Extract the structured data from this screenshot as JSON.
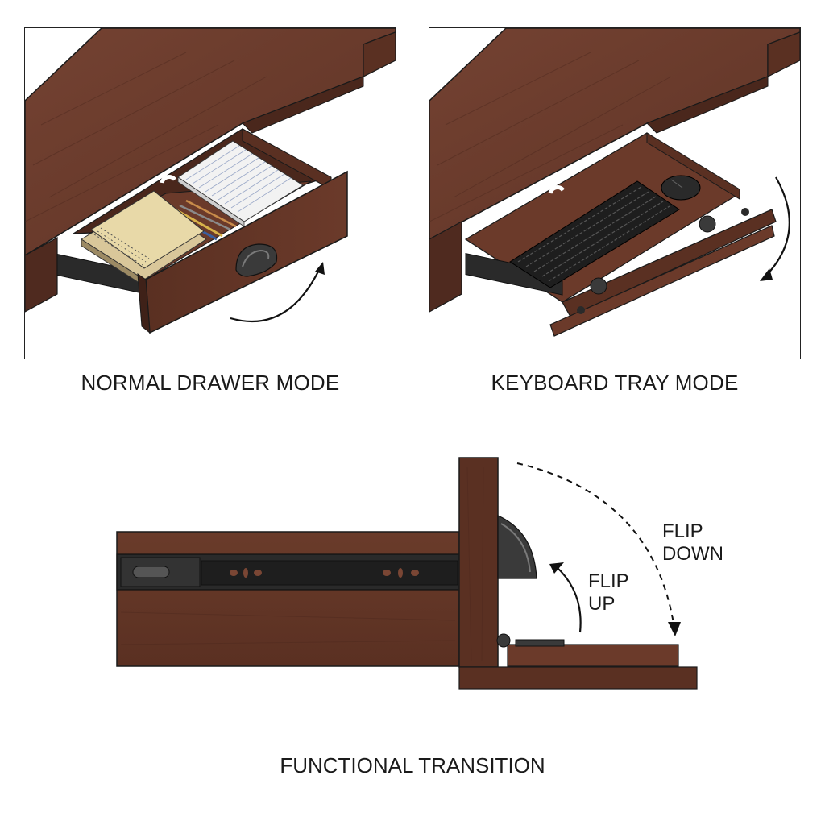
{
  "panels": {
    "left": {
      "caption": "NORMAL DRAWER MODE"
    },
    "right": {
      "caption": "KEYBOARD TRAY MODE"
    }
  },
  "bottom": {
    "caption": "FUNCTIONAL TRANSITION",
    "flip_down": {
      "line1": "FLIP",
      "line2": "DOWN"
    },
    "flip_up": {
      "line1": "FLIP",
      "line2": "UP"
    }
  },
  "colors": {
    "wood_top": "#6a3b2a",
    "wood_front": "#5a3022",
    "wood_dark": "#3f2118",
    "wood_light": "#7a4634",
    "metal_dark": "#2a2a2a",
    "outline": "#1a1a1a"
  }
}
